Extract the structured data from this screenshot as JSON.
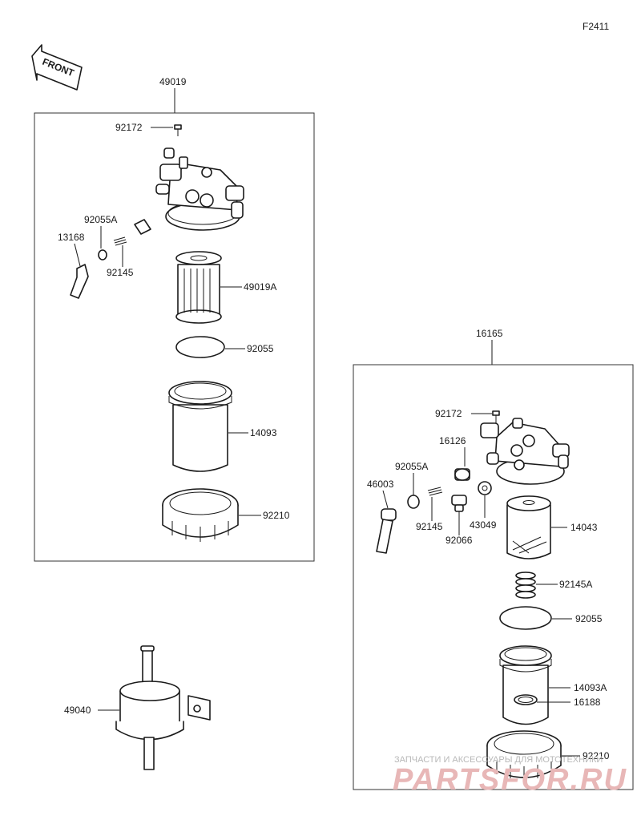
{
  "figure_code": "F2411",
  "front_label": "FRONT",
  "assemblies": [
    {
      "id": "49019",
      "parts": [
        {
          "label": "92172"
        },
        {
          "label": "92055A"
        },
        {
          "label": "13168"
        },
        {
          "label": "92145"
        },
        {
          "label": "49019A"
        },
        {
          "label": "92055"
        },
        {
          "label": "14093"
        },
        {
          "label": "92210"
        }
      ]
    },
    {
      "id": "16165",
      "parts": [
        {
          "label": "92172"
        },
        {
          "label": "16126"
        },
        {
          "label": "92055A"
        },
        {
          "label": "46003"
        },
        {
          "label": "92145"
        },
        {
          "label": "43049"
        },
        {
          "label": "92066"
        },
        {
          "label": "14043"
        },
        {
          "label": "92145A"
        },
        {
          "label": "92055"
        },
        {
          "label": "14093A"
        },
        {
          "label": "16188"
        },
        {
          "label": "92210"
        }
      ]
    }
  ],
  "standalone_part": {
    "label": "49040"
  },
  "watermark": {
    "line1": "ЗАПЧАСТИ И АКСЕССУАРЫ ДЛЯ МОТОТЕХНИКИ",
    "line2": "PARTSFOR.RU"
  }
}
